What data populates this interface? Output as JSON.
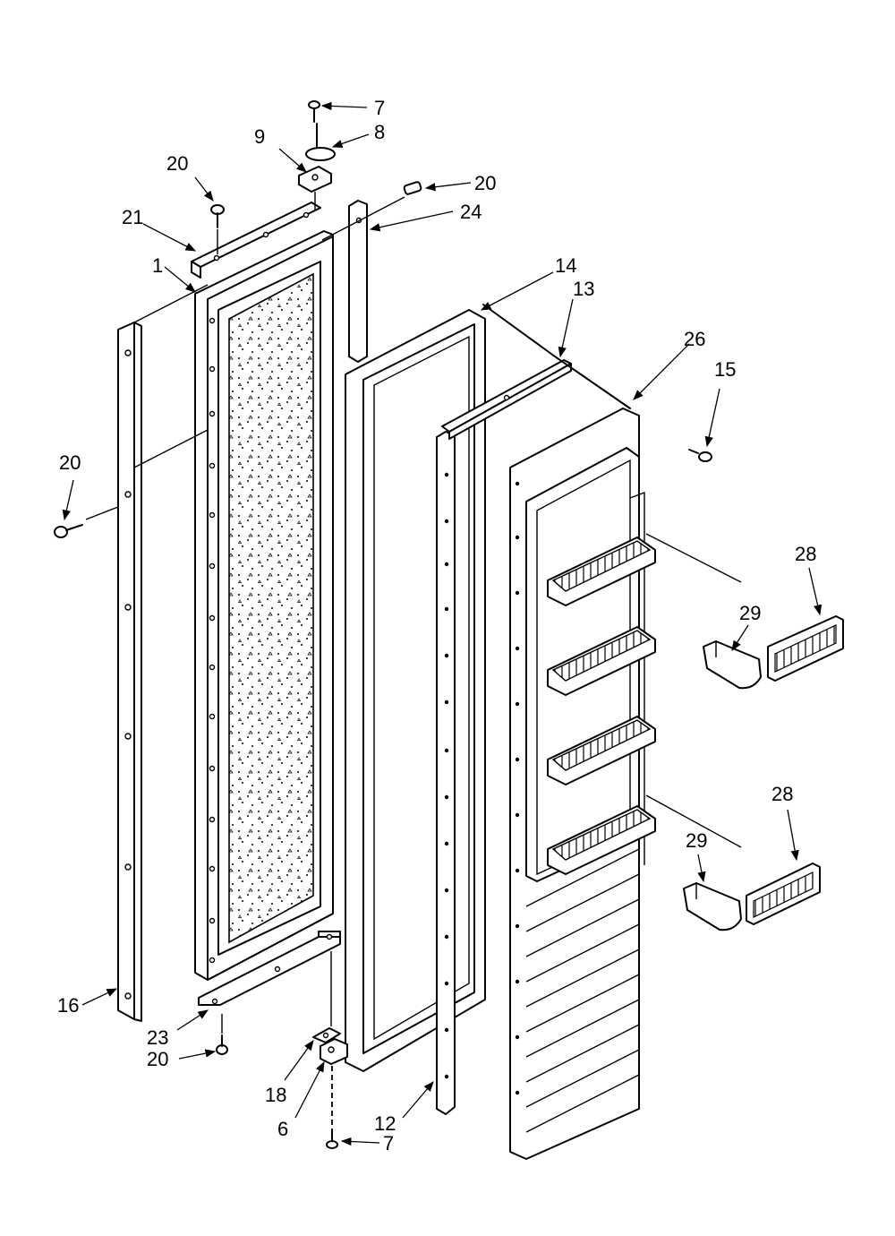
{
  "callouts": [
    {
      "id": "c1",
      "text": "1"
    },
    {
      "id": "c6",
      "text": "6"
    },
    {
      "id": "c7a",
      "text": "7"
    },
    {
      "id": "c7b",
      "text": "7"
    },
    {
      "id": "c8",
      "text": "8"
    },
    {
      "id": "c9",
      "text": "9"
    },
    {
      "id": "c12",
      "text": "12"
    },
    {
      "id": "c13",
      "text": "13"
    },
    {
      "id": "c14",
      "text": "14"
    },
    {
      "id": "c15",
      "text": "15"
    },
    {
      "id": "c16",
      "text": "16"
    },
    {
      "id": "c18",
      "text": "18"
    },
    {
      "id": "c20a",
      "text": "20"
    },
    {
      "id": "c20b",
      "text": "20"
    },
    {
      "id": "c20c",
      "text": "20"
    },
    {
      "id": "c20d",
      "text": "20"
    },
    {
      "id": "c21",
      "text": "21"
    },
    {
      "id": "c23",
      "text": "23"
    },
    {
      "id": "c24",
      "text": "24"
    },
    {
      "id": "c26",
      "text": "26"
    },
    {
      "id": "c28a",
      "text": "28"
    },
    {
      "id": "c28b",
      "text": "28"
    },
    {
      "id": "c29a",
      "text": "29"
    },
    {
      "id": "c29b",
      "text": "29"
    }
  ]
}
